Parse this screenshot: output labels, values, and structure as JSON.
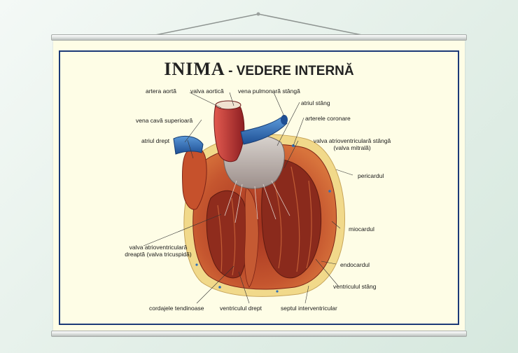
{
  "poster": {
    "title_main": "INIMA",
    "title_rest": "- VEDERE INTERNĂ"
  },
  "labels": {
    "artera_aorta": "artera aortă",
    "valva_aortica": "valva aortică",
    "vena_pulmonara": "vena pulmonară stângă",
    "atriul_stang": "atriul stâng",
    "arterele_coronare": "arterele coronare",
    "vena_cava": "vena cavă superioară",
    "atriul_drept": "atriul drept",
    "valva_mitrala_1": "valva atrioventriculară stângă",
    "valva_mitrala_2": "(valva mitrală)",
    "pericardul": "pericardul",
    "miocardul": "miocardul",
    "valva_tricuspida_1": "valva atrioventriculară",
    "valva_tricuspida_2": "dreaptă (valva tricuspidă)",
    "endocardul": "endocardul",
    "ventriculul_stang": "ventriculul stâng",
    "cordajele": "cordajele tendinoase",
    "ventriculul_drept": "ventriculul drept",
    "septul": "septul interventricular"
  },
  "colors": {
    "frame": "#1c3a78",
    "paper": "#fefde6",
    "muscle": "#b8402a",
    "vein": "#2f6fb8",
    "artery": "#c23a3a"
  }
}
